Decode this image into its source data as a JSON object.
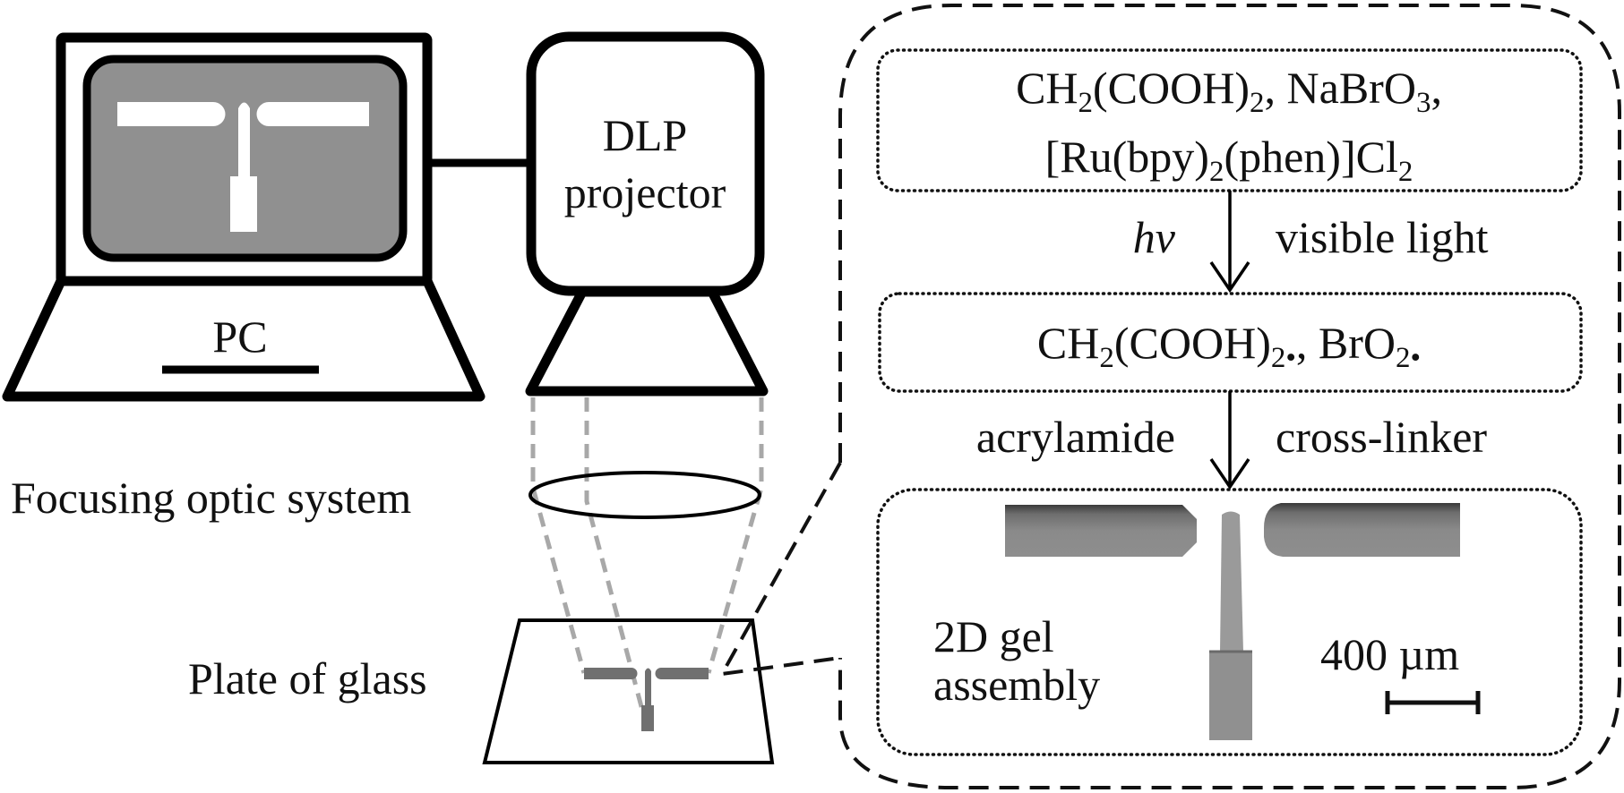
{
  "figure": {
    "pc": {
      "label": "PC"
    },
    "projector": {
      "line1": "DLP",
      "line2": "projector"
    },
    "optics": {
      "label": "Focusing optic system"
    },
    "glass": {
      "label": "Plate of glass"
    },
    "colors": {
      "screen_fill": "#909090",
      "pattern_fill": "#ffffff",
      "beam": "#a8a8a8",
      "mini_gel": "#707070",
      "gel_image": "#8a8a8a"
    },
    "scheme": {
      "box1": {
        "line1": [
          {
            "t": "CH"
          },
          {
            "t": "2",
            "sub": true
          },
          {
            "t": "(COOH)"
          },
          {
            "t": "2",
            "sub": true
          },
          {
            "t": ", NaBrO"
          },
          {
            "t": "3",
            "sub": true
          },
          {
            "t": ","
          }
        ],
        "line2": [
          {
            "t": "[Ru(bpy)"
          },
          {
            "t": "2",
            "sub": true
          },
          {
            "t": "(phen)]Cl"
          },
          {
            "t": "2",
            "sub": true
          }
        ]
      },
      "step1": {
        "left": "hv",
        "right": "visible light"
      },
      "box2": {
        "line1": [
          {
            "t": "CH"
          },
          {
            "t": "2",
            "sub": true
          },
          {
            "t": "(COOH)"
          },
          {
            "t": "2",
            "sub": true,
            "radical": true
          },
          {
            "t": ", BrO"
          },
          {
            "t": "2",
            "sub": true,
            "radical": true
          }
        ]
      },
      "step2": {
        "left": "acrylamide",
        "right": "cross-linker"
      },
      "box3": {
        "label_line1": "2D gel",
        "label_line2": "assembly",
        "scale_label": "400 µm"
      }
    }
  }
}
